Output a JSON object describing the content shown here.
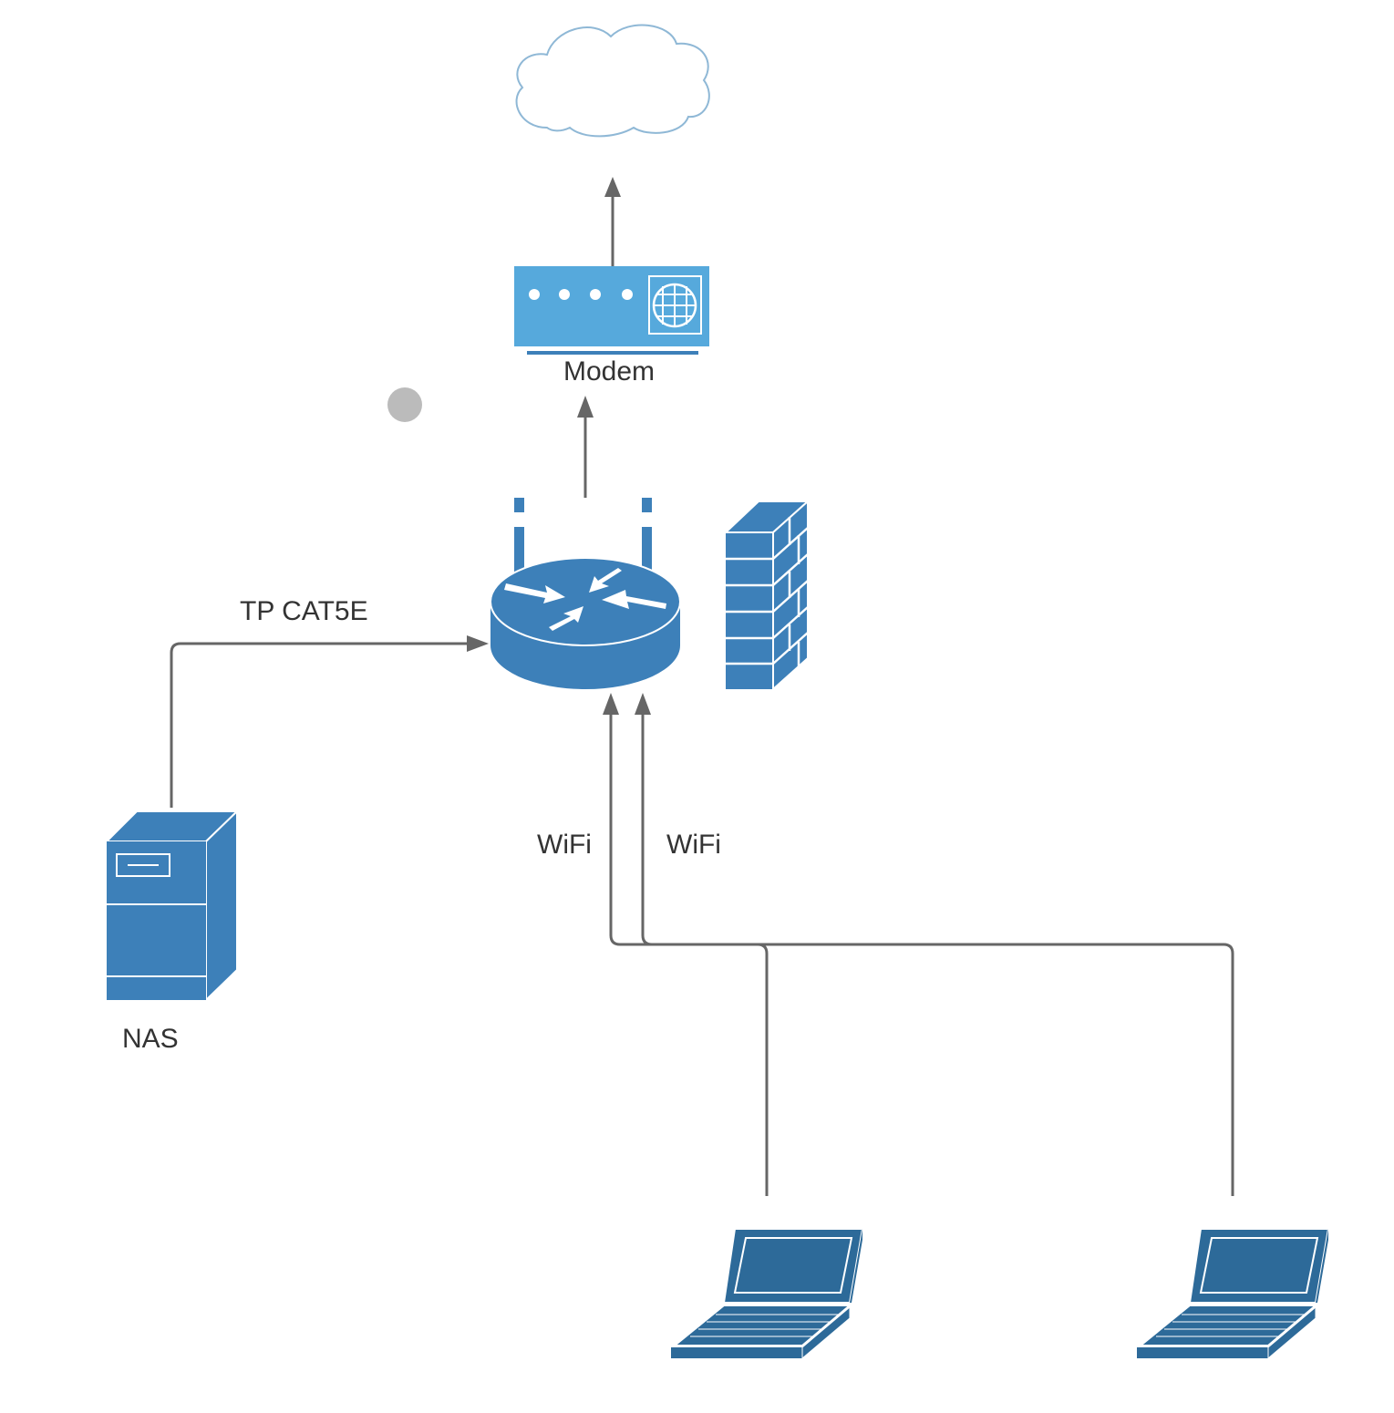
{
  "labels": {
    "modem": "Modem",
    "router_link": "TP CAT5E",
    "wifi_left": "WiFi",
    "wifi_right": "WiFi",
    "nas": "NAS"
  },
  "nodes": [
    "cloud-icon",
    "modem-icon",
    "router-icon",
    "firewall-icon",
    "nas-server-icon",
    "laptop-icon",
    "laptop-icon"
  ],
  "colors": {
    "primary_blue": "#3d80b9",
    "modem_blue": "#56a9dc",
    "laptop_blue": "#2d6a99",
    "connector_gray": "#666666",
    "cloud_stroke": "#8fb8d6",
    "text": "#333333"
  }
}
